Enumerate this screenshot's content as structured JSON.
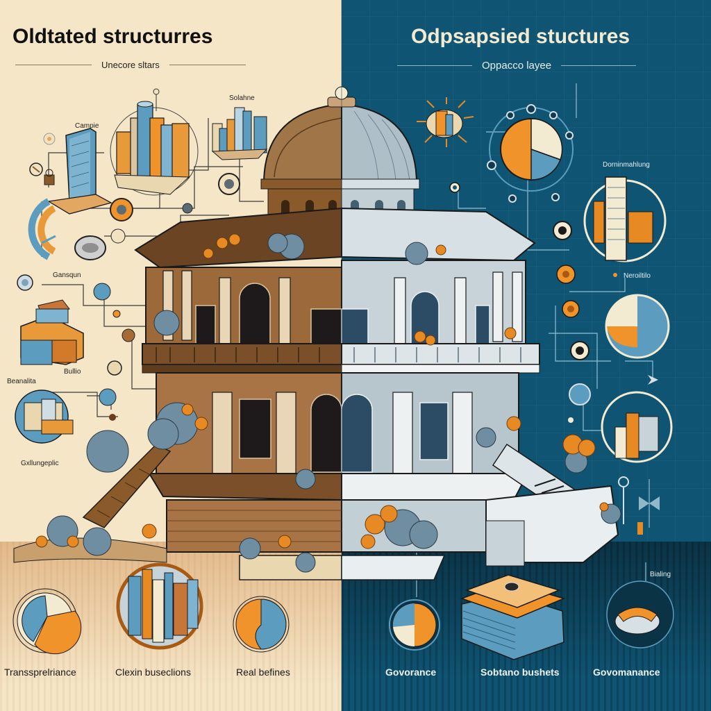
{
  "left_panel": {
    "title": "Oldtated structurres",
    "subtitle": "Unecore sltars",
    "background": "#f5e6c8",
    "callout_labels": [
      "Campie",
      "Solahne",
      "Gansqun",
      "Bullio",
      "Beanalita",
      "Gxllungeplic"
    ],
    "bottom_labels": [
      "Transsprelriance",
      "Clexin buseclions",
      "Real befines"
    ]
  },
  "right_panel": {
    "title": "Odpsapsied stuctures",
    "subtitle": "Oppacco layee",
    "background": "#0f5472",
    "callout_labels": [
      "Dorninmahlung",
      "Neroiltilo",
      "Bialing"
    ],
    "bottom_labels": [
      "Govorance",
      "Sobtano bushets",
      "Govomanance"
    ]
  },
  "colors": {
    "accent_orange": "#f0932a",
    "accent_blue": "#5c9dbf",
    "wood_brown": "#8a5a2b",
    "stone_gray": "#b9c6cc",
    "cream": "#f3ead2",
    "ink": "#1a1a1a"
  },
  "icons": {
    "dome": "dome-building-illustration",
    "pie_charts": "pie-chart-icon",
    "skyscrapers": "skyscraper-icon",
    "document_stack": "document-stack-icon",
    "arena": "arena-icon"
  }
}
